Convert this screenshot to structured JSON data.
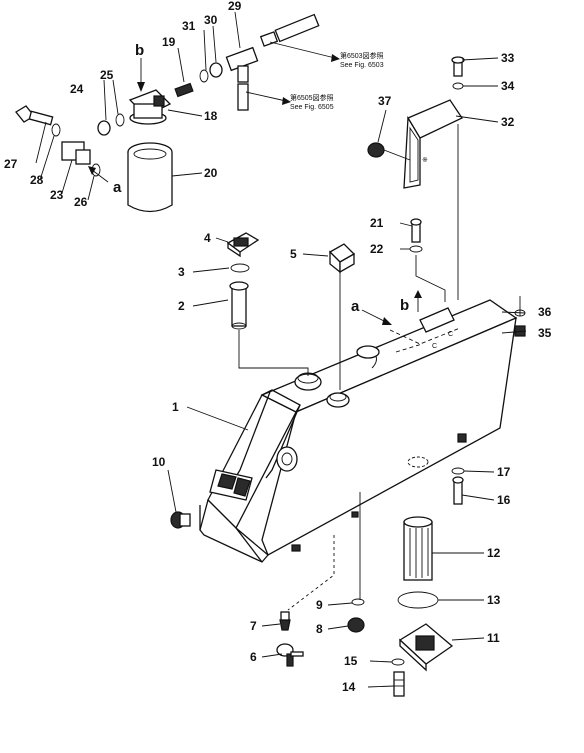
{
  "part_numbers": {
    "p1": "1",
    "p2": "2",
    "p3": "3",
    "p4": "4",
    "p5": "5",
    "p6": "6",
    "p7": "7",
    "p8": "8",
    "p9": "9",
    "p10": "10",
    "p11": "11",
    "p12": "12",
    "p13": "13",
    "p14": "14",
    "p15": "15",
    "p16": "16",
    "p17": "17",
    "p18": "18",
    "p19": "19",
    "p20": "20",
    "p21": "21",
    "p22": "22",
    "p23": "23",
    "p24": "24",
    "p25": "25",
    "p26": "26",
    "p27": "27",
    "p28": "28",
    "p29": "29",
    "p30": "30",
    "p31": "31",
    "p32": "32",
    "p33": "33",
    "p34": "34",
    "p35": "35",
    "p36": "36",
    "p37": "37"
  },
  "connection_markers": {
    "a": "a",
    "b": "b"
  },
  "references": {
    "ref1_jp": "第6503図参照",
    "ref1_en": "See Fig. 6503",
    "ref2_jp": "第6505図参照",
    "ref2_en": "See Fig. 6505"
  },
  "colors": {
    "ink": "#111111",
    "paper": "#ffffff"
  }
}
